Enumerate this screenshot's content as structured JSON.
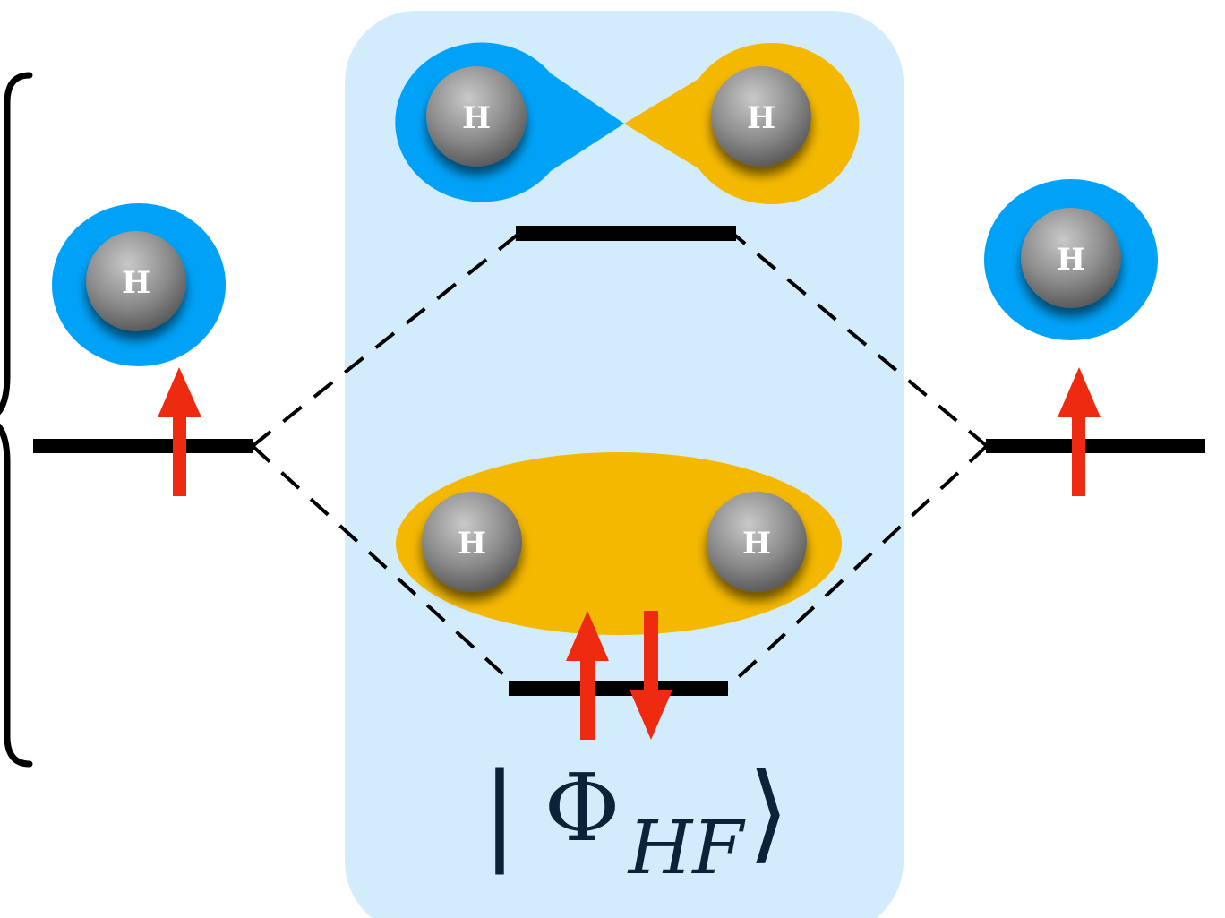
{
  "atom_symbol": "H",
  "ket": {
    "bar": "|",
    "phi": "Φ",
    "subscript": "HF",
    "close": "⟩"
  },
  "atoms": {
    "left": "H",
    "right": "H",
    "antibonding_left": "H",
    "antibonding_right": "H",
    "bonding_left": "H",
    "bonding_right": "H"
  },
  "electrons": {
    "left_atom": [
      "up"
    ],
    "right_atom": [
      "up"
    ],
    "bonding_orbital": [
      "up",
      "down"
    ],
    "antibonding_orbital": []
  },
  "colors": {
    "panel": "#d2ecfc",
    "orbital_positive": "#00a2f8",
    "orbital_negative": "#f4b800",
    "spin_arrow": "#ee2a10",
    "energy_level": "#000000",
    "atom_sphere": "#8a8a8a"
  }
}
